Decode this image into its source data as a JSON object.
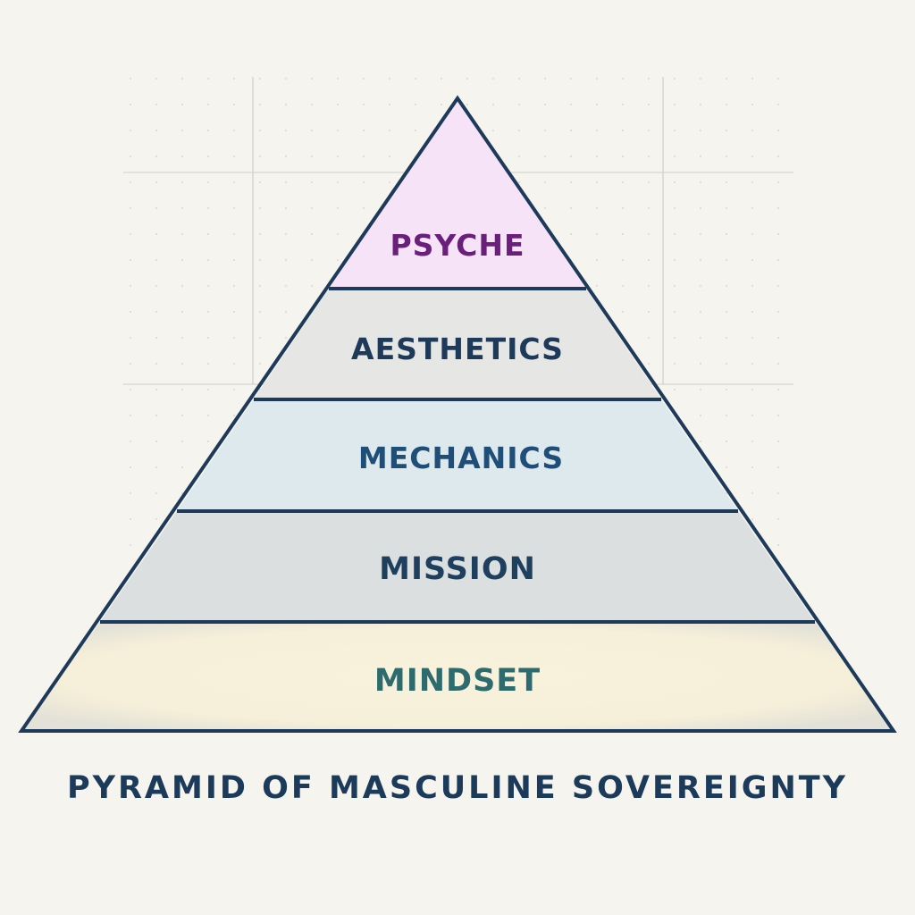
{
  "diagram": {
    "type": "pyramid",
    "title": "PYRAMID OF MASCULINE SOVEREIGNTY",
    "outline_color": "#1e3a5a",
    "background_color": "#f5f4ef",
    "grid_color": "#c9c9c4",
    "layers": [
      {
        "label": "PSYCHE",
        "fill": "#f6e3f7",
        "text_color": "#6a1f7a"
      },
      {
        "label": "AESTHETICS",
        "fill": "#e6e6e4",
        "text_color": "#1e3a5a"
      },
      {
        "label": "MECHANICS",
        "fill": "#dde9ed",
        "text_color": "#1f4e78"
      },
      {
        "label": "MISSION",
        "fill": "#dcdfe0",
        "text_color": "#1e3f5e"
      },
      {
        "label": "MINDSET",
        "fill": "#f6f0da",
        "text_color": "#2e6b6e"
      }
    ],
    "order": "top-to-bottom"
  }
}
